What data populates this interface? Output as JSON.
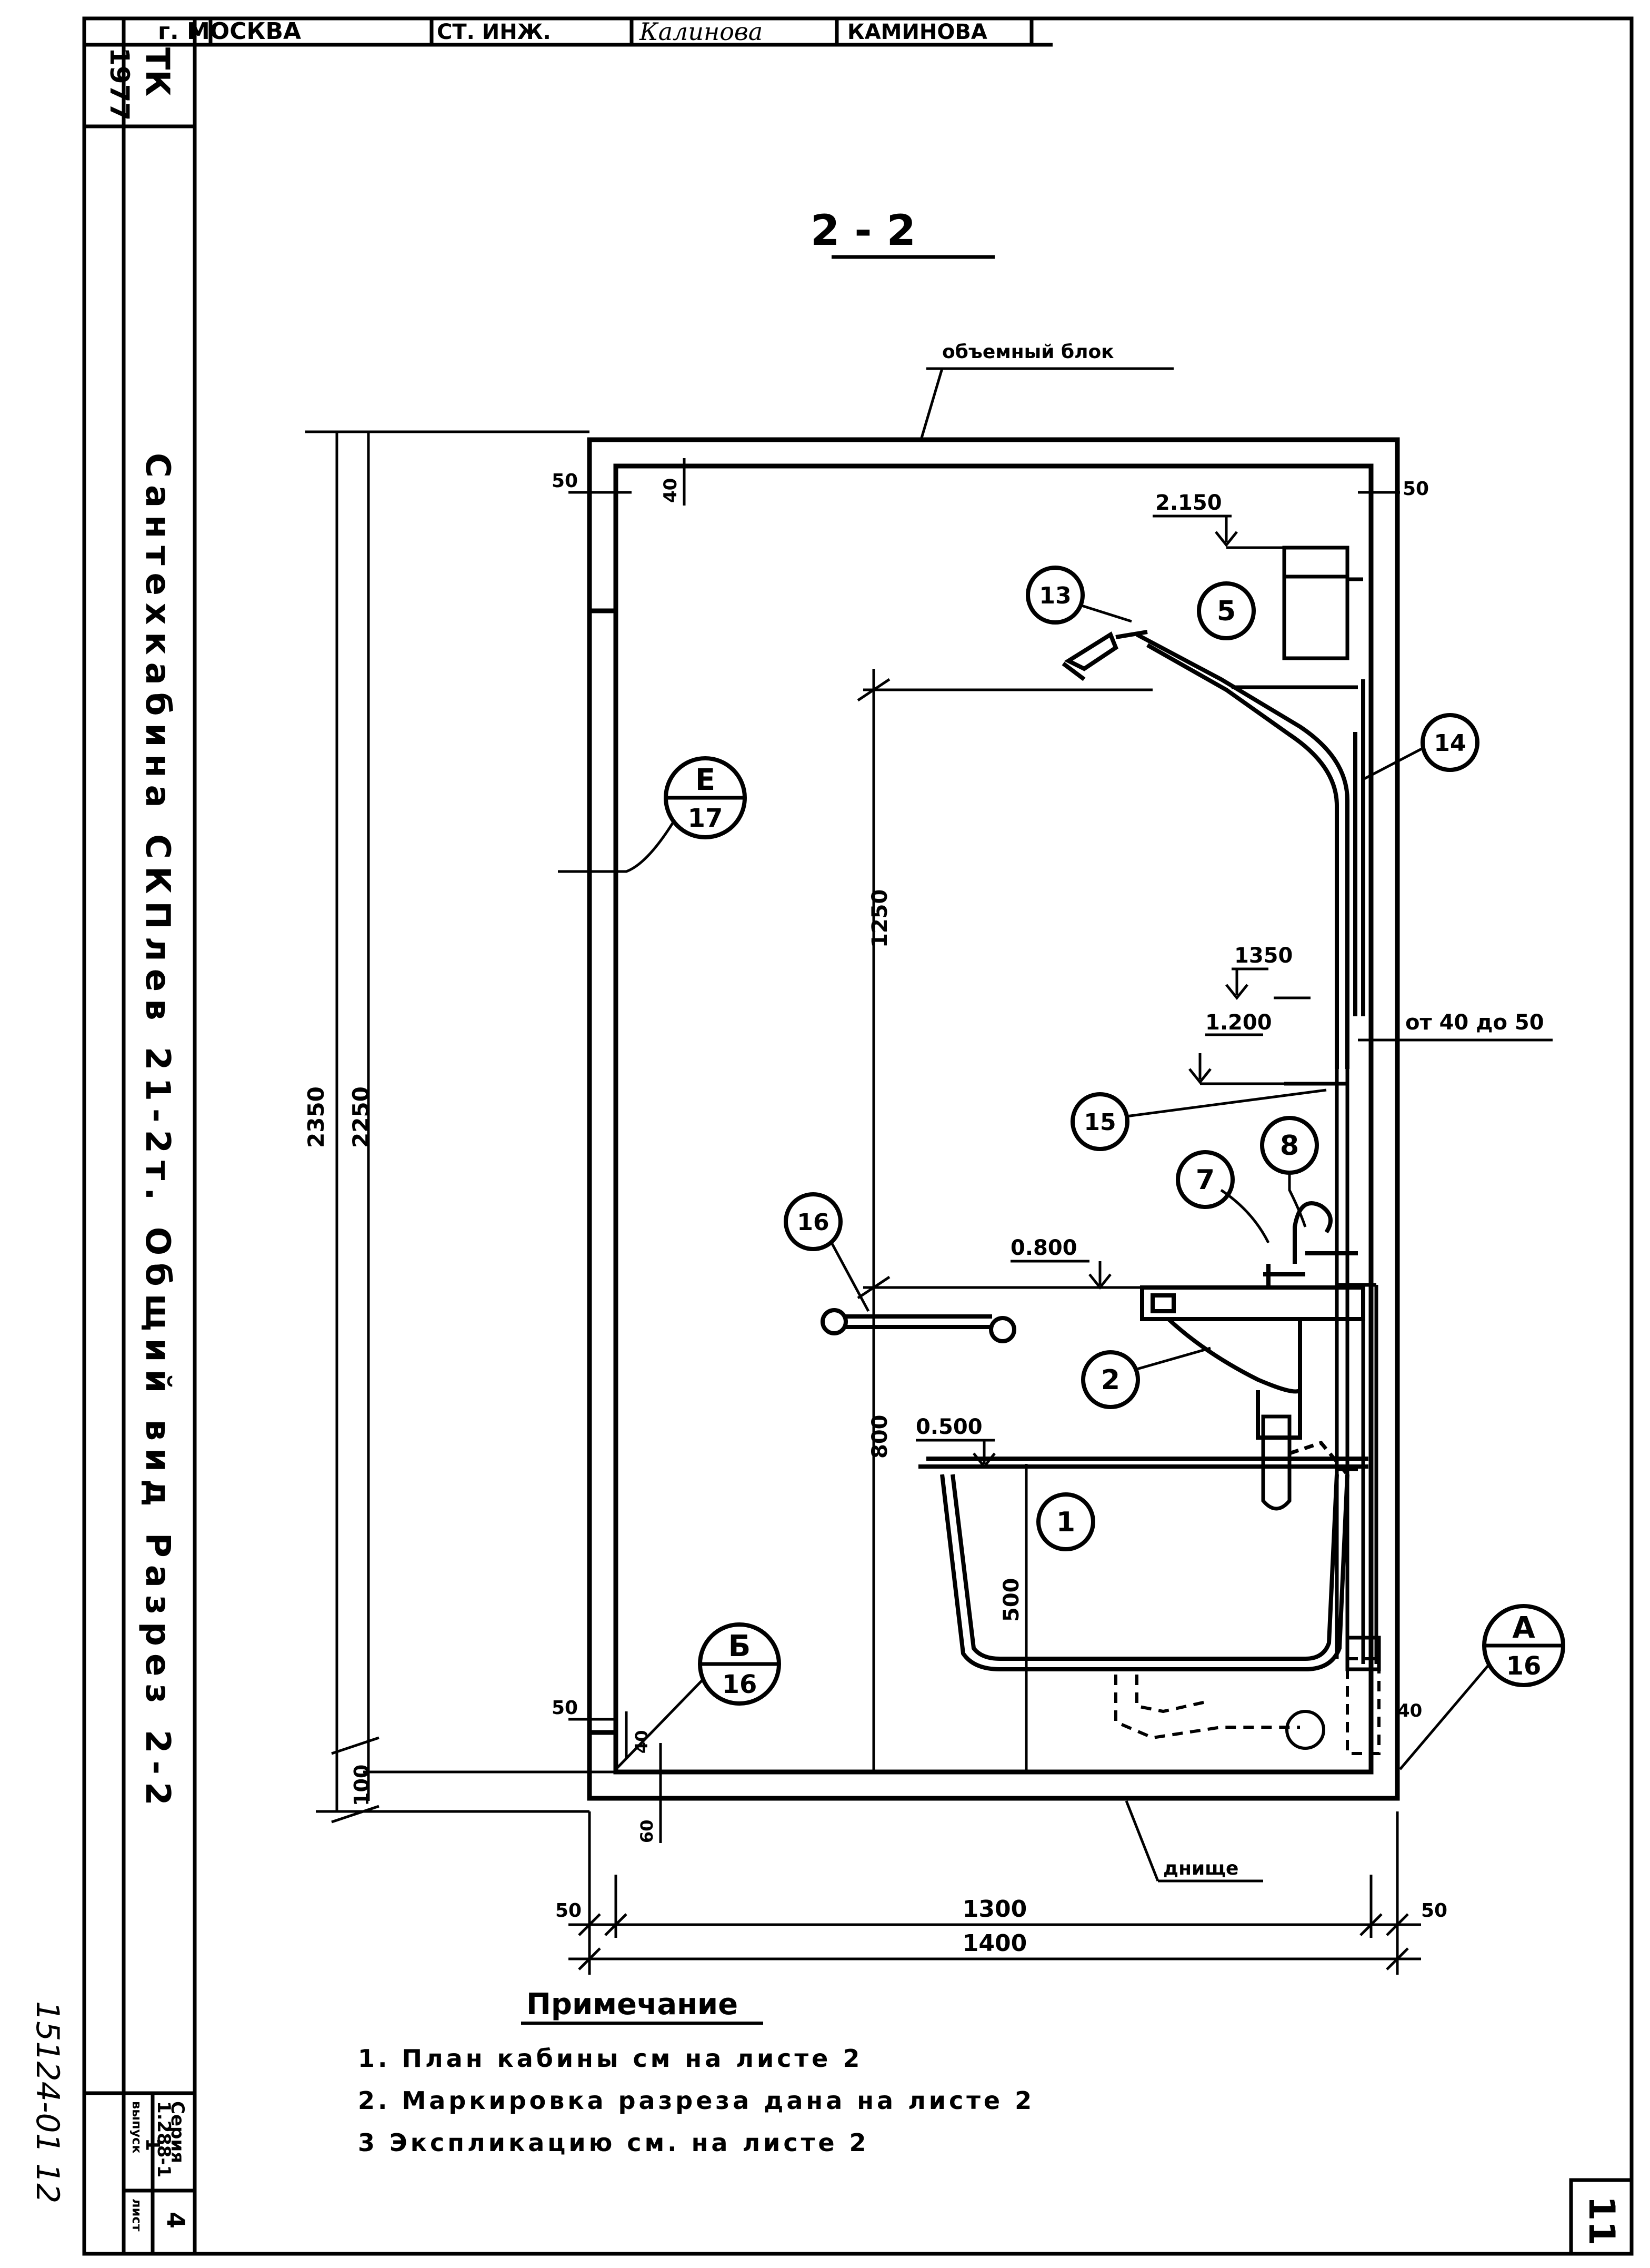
{
  "title_block": {
    "city": "г. МОСКВА",
    "role": "СТ. ИНЖ.",
    "signature": "Калинова",
    "name": "КАМИНОВА"
  },
  "left_strip": {
    "year": "1977",
    "org": "ТК",
    "sheet_title": "Сантехкабина СКПлев 21-2т. Общий вид  Разрез 2-2",
    "series_label": "Серия",
    "series_value": "1.288-1",
    "issue_label": "выпуск",
    "issue_value": "1",
    "sheet_label": "лист",
    "sheet_value": "4"
  },
  "drawing_number": "15124-01 12",
  "page_number": "11",
  "section_title": "2 - 2",
  "labels": {
    "block": "объемный блок",
    "base": "днище"
  },
  "dimensions": {
    "h_total": "2350",
    "h_inner": "2250",
    "h_shower": "1250",
    "h_800": "800",
    "h_500": "500",
    "h_100": "100",
    "w_inner": "1300",
    "w_outer": "1400",
    "left_50": "50",
    "right_50": "50",
    "top_left_50": "50",
    "top_40": "40",
    "top_right_50": "50",
    "bottom_left_50": "50",
    "bottom_40": "40",
    "bottom_60": "60",
    "right_40": "40",
    "wall_gap": "от 40 до 50"
  },
  "levels": {
    "l2150": "2.150",
    "l1350": "1350",
    "l1200": "1.200",
    "l0800": "0.800",
    "l0500": "0.500"
  },
  "callouts": {
    "c1": "1",
    "c2": "2",
    "c5": "5",
    "c7": "7",
    "c8": "8",
    "c13": "13",
    "c14": "14",
    "c15": "15",
    "c16": "16"
  },
  "section_marks": {
    "e_letter": "Е",
    "e_sheet": "17",
    "b_letter": "Б",
    "b_sheet": "16",
    "a_letter": "А",
    "a_sheet": "16"
  },
  "notes": {
    "heading": "Примечание",
    "items": [
      "1. План кабины см на листе 2",
      "2. Маркировка разреза дана на листе 2",
      "3 Экспликацию см. на листе 2"
    ]
  }
}
